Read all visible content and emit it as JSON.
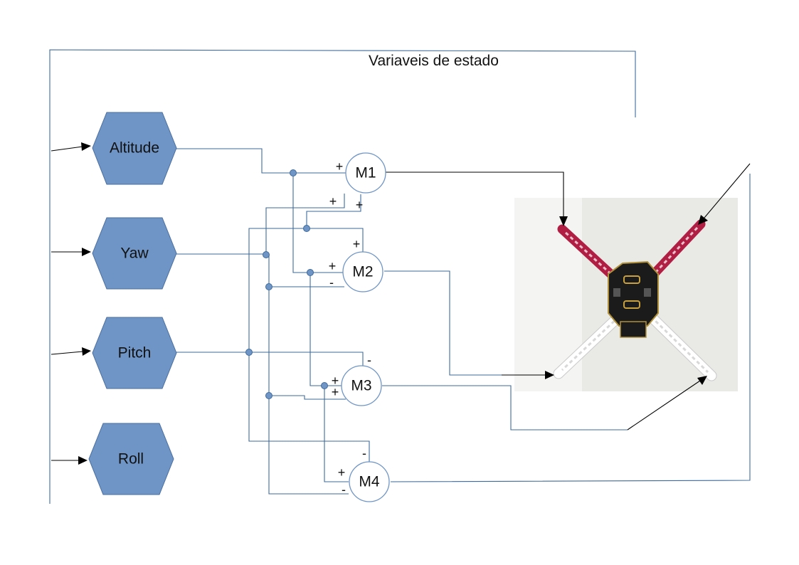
{
  "diagram": {
    "title": "Variaveis de estado",
    "inputs": [
      {
        "id": "altitude",
        "label": "Altitude"
      },
      {
        "id": "yaw",
        "label": "Yaw"
      },
      {
        "id": "pitch",
        "label": "Pitch"
      },
      {
        "id": "roll",
        "label": "Roll"
      }
    ],
    "motors": [
      {
        "id": "m1",
        "label": "M1"
      },
      {
        "id": "m2",
        "label": "M2"
      },
      {
        "id": "m3",
        "label": "M3"
      },
      {
        "id": "m4",
        "label": "M4"
      }
    ],
    "signs": {
      "m1_altitude": "+",
      "m1_yaw": "+",
      "m1_pitch": "+",
      "m2_pitch": "+",
      "m2_altitude": "+",
      "m2_yaw": "-",
      "m3_pitch": "-",
      "m3_altitude": "+",
      "m3_yaw": "+",
      "m4_pitch": "-",
      "m4_altitude": "+",
      "m4_yaw": "-"
    },
    "colors": {
      "block_fill": "#6f95c6",
      "wire": "#3d6a9a",
      "arm_front": "#b01e44",
      "arm_rear": "#ffffff"
    },
    "photo": {
      "subject": "quadcopter-frame"
    }
  }
}
